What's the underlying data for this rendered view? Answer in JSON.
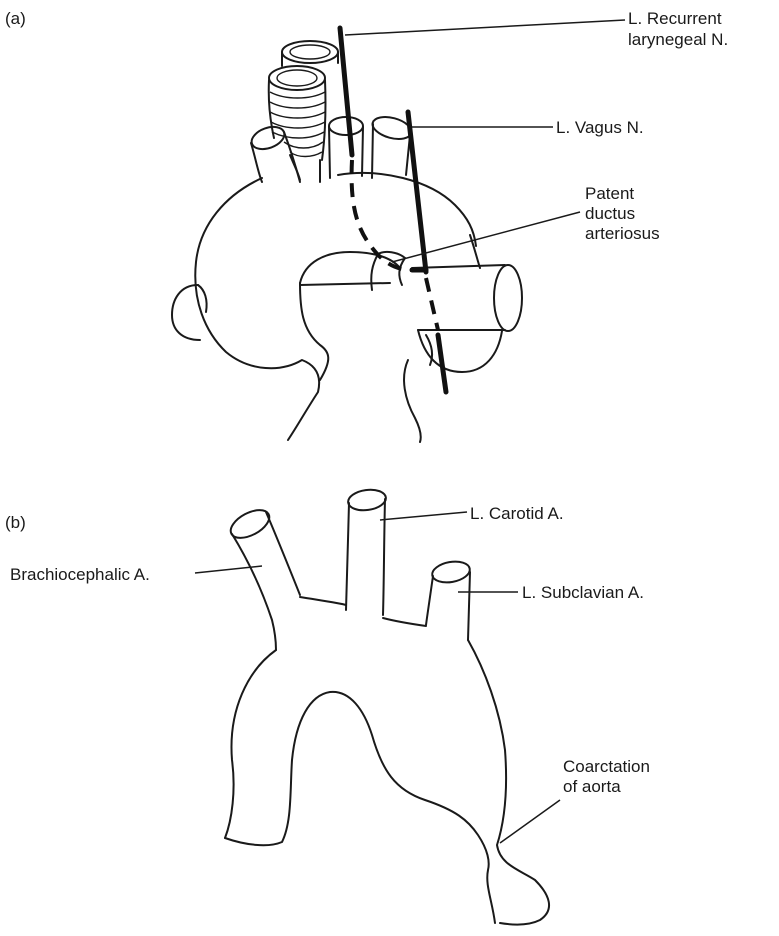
{
  "panel_a": {
    "label": "(a)",
    "labels": {
      "recurrent_line1": "L. Recurrent",
      "recurrent_line2": "larynegeal N.",
      "vagus": "L. Vagus N.",
      "ductus_line1": "Patent",
      "ductus_line2": "ductus",
      "ductus_line3": "arteriosus"
    }
  },
  "panel_b": {
    "label": "(b)",
    "labels": {
      "carotid": "L. Carotid A.",
      "brachiocephalic": "Brachiocephalic A.",
      "subclavian": "L. Subclavian A.",
      "coarctation_line1": "Coarctation",
      "coarctation_line2": "of aorta"
    }
  }
}
